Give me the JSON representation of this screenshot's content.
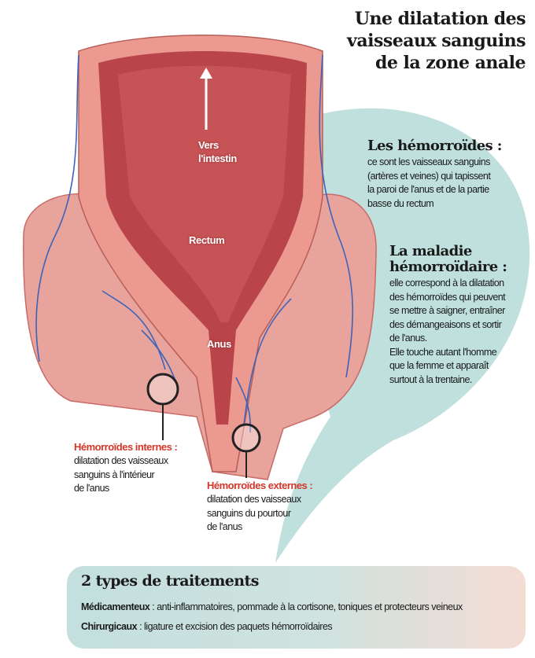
{
  "title": {
    "lines": [
      "Une dilatation des",
      "vaisseaux sanguins",
      "de la zone anale"
    ]
  },
  "hemorroides": {
    "heading": "Les hémorroïdes :",
    "lines": [
      "ce sont les vaisseaux sanguins",
      "(artères et veines) qui tapissent",
      "la paroi de l'anus et de la partie",
      "basse du rectum"
    ]
  },
  "maladie": {
    "heading_lines": [
      "La maladie",
      "hémorroïdaire :"
    ],
    "lines": [
      "elle correspond à la dilatation",
      "des hémorroïdes qui peuvent",
      "se mettre à saigner, entraîner",
      "des démangeaisons et sortir",
      "de l'anus.",
      "Elle touche autant l'homme",
      "que la femme et apparaît",
      "surtout à la trentaine."
    ]
  },
  "anatomy_labels": {
    "vers": [
      "Vers",
      "l'intestin"
    ],
    "rectum": "Rectum",
    "anus": "Anus"
  },
  "internes": {
    "heading": "Hémorroïdes internes :",
    "lines": [
      "dilatation des vaisseaux",
      "sanguins à l'intérieur",
      "de l'anus"
    ]
  },
  "externes": {
    "heading": "Hémorroïdes externes :",
    "lines": [
      "dilatation des vaisseaux",
      "sanguins du pourtour",
      "de l'anus"
    ]
  },
  "traitements": {
    "title": "2 types de traitements",
    "items": [
      {
        "label": "Médicamenteux",
        "text": " : anti-inflammatoires, pommade à la cortisone, toniques et protecteurs veineux"
      },
      {
        "label": "Chirurgicaux",
        "text": " : ligature et excision des paquets hémorroïdaires"
      }
    ]
  },
  "colors": {
    "teal": "#bfe0dd",
    "red_label": "#d4372a",
    "tissue": "#e98d86",
    "vein": "#3f63b8"
  }
}
